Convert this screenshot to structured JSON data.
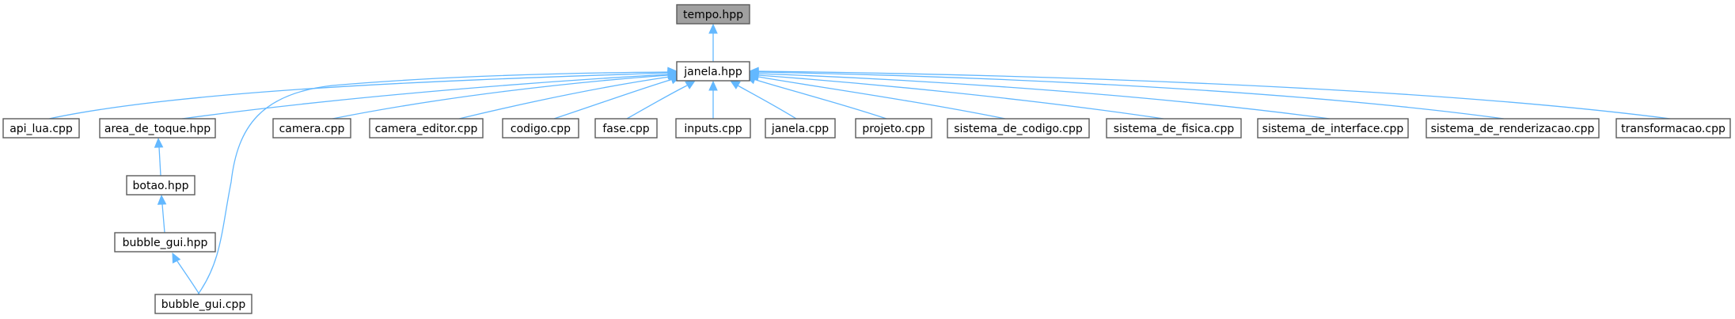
{
  "diagram": {
    "root": "tempo.hpp",
    "colors": {
      "edge": "#63b8ff",
      "node_border": "#5a5a5a",
      "root_fill": "#a0a0a0",
      "node_fill": "#ffffff"
    },
    "nodes": [
      {
        "id": "tempo",
        "label": "tempo.hpp",
        "root": true
      },
      {
        "id": "janela_hpp",
        "label": "janela.hpp"
      },
      {
        "id": "api_lua",
        "label": "api_lua.cpp"
      },
      {
        "id": "area_de_toque",
        "label": "area_de_toque.hpp"
      },
      {
        "id": "camera",
        "label": "camera.cpp"
      },
      {
        "id": "camera_editor",
        "label": "camera_editor.cpp"
      },
      {
        "id": "codigo",
        "label": "codigo.cpp"
      },
      {
        "id": "fase",
        "label": "fase.cpp"
      },
      {
        "id": "inputs",
        "label": "inputs.cpp"
      },
      {
        "id": "janela_cpp",
        "label": "janela.cpp"
      },
      {
        "id": "projeto",
        "label": "projeto.cpp"
      },
      {
        "id": "sistema_de_codigo",
        "label": "sistema_de_codigo.cpp"
      },
      {
        "id": "sistema_de_fisica",
        "label": "sistema_de_fisica.cpp"
      },
      {
        "id": "sistema_de_interface",
        "label": "sistema_de_interface.cpp"
      },
      {
        "id": "sistema_de_renderizacao",
        "label": "sistema_de_renderizacao.cpp"
      },
      {
        "id": "transformacao",
        "label": "transformacao.cpp"
      },
      {
        "id": "botao",
        "label": "botao.hpp"
      },
      {
        "id": "bubble_gui_hpp",
        "label": "bubble_gui.hpp"
      },
      {
        "id": "bubble_gui_cpp",
        "label": "bubble_gui.cpp"
      }
    ],
    "edges": [
      {
        "from": "janela_hpp",
        "to": "tempo"
      },
      {
        "from": "api_lua",
        "to": "janela_hpp"
      },
      {
        "from": "area_de_toque",
        "to": "janela_hpp"
      },
      {
        "from": "bubble_gui_cpp",
        "to": "janela_hpp"
      },
      {
        "from": "camera",
        "to": "janela_hpp"
      },
      {
        "from": "camera_editor",
        "to": "janela_hpp"
      },
      {
        "from": "codigo",
        "to": "janela_hpp"
      },
      {
        "from": "fase",
        "to": "janela_hpp"
      },
      {
        "from": "inputs",
        "to": "janela_hpp"
      },
      {
        "from": "janela_cpp",
        "to": "janela_hpp"
      },
      {
        "from": "projeto",
        "to": "janela_hpp"
      },
      {
        "from": "sistema_de_codigo",
        "to": "janela_hpp"
      },
      {
        "from": "sistema_de_fisica",
        "to": "janela_hpp"
      },
      {
        "from": "sistema_de_interface",
        "to": "janela_hpp"
      },
      {
        "from": "sistema_de_renderizacao",
        "to": "janela_hpp"
      },
      {
        "from": "transformacao",
        "to": "janela_hpp"
      },
      {
        "from": "botao",
        "to": "area_de_toque"
      },
      {
        "from": "bubble_gui_hpp",
        "to": "botao"
      },
      {
        "from": "bubble_gui_cpp",
        "to": "bubble_gui_hpp"
      }
    ]
  }
}
